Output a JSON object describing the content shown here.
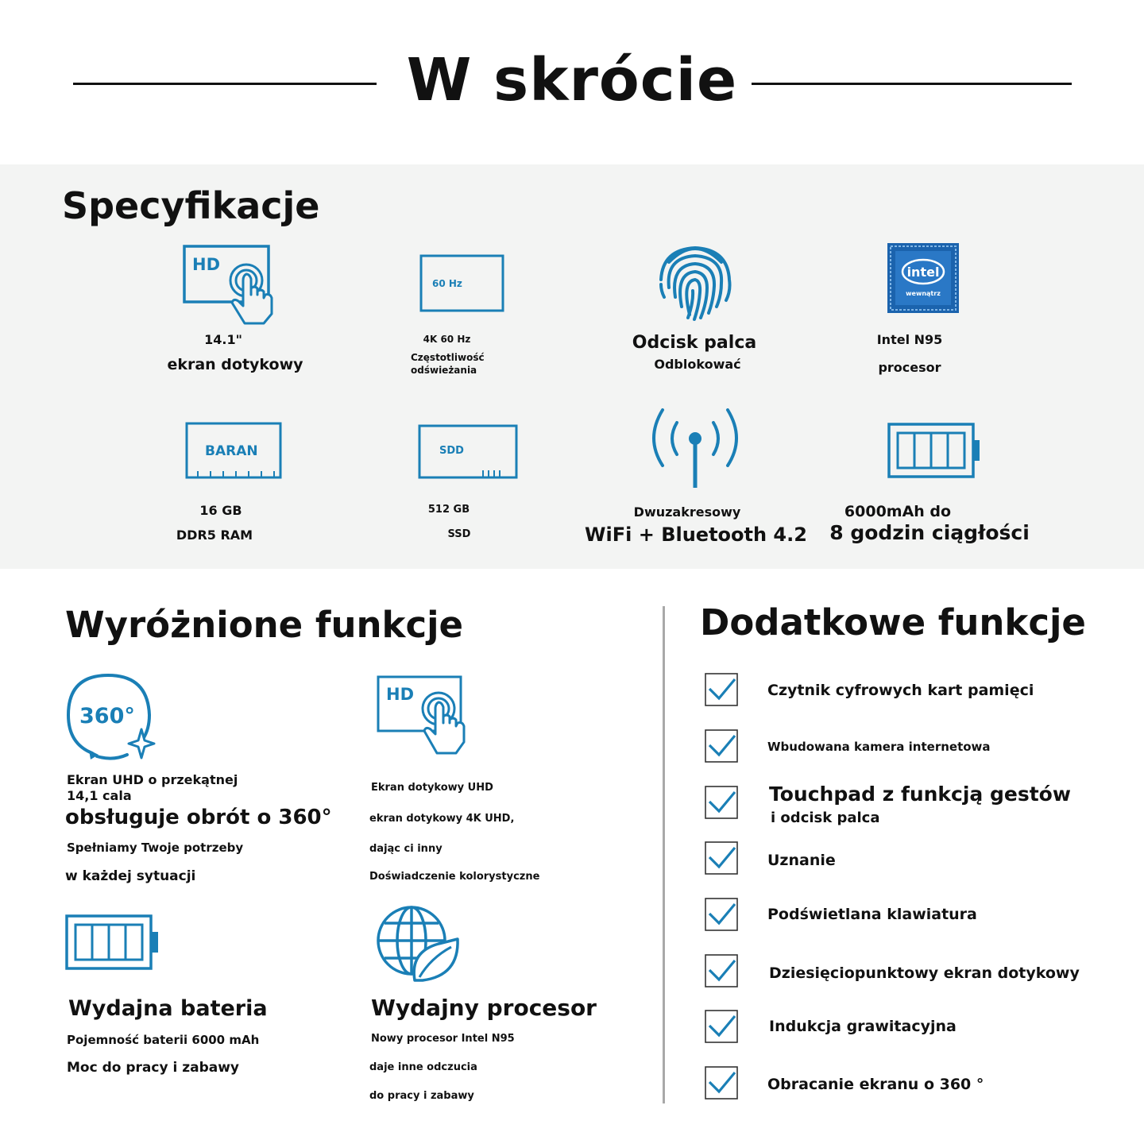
{
  "header": {
    "title": "W skrócie"
  },
  "specs": {
    "title": "Specyfikacje",
    "items": [
      {
        "icon": "hd-touch-icon",
        "badge": "HD",
        "line1": "14.1\"",
        "line2": "ekran dotykowy"
      },
      {
        "icon": "monitor-icon",
        "badge": "60 Hz",
        "line1": "4K 60 Hz",
        "line2": "Częstotliwość",
        "line3": "odświeżania"
      },
      {
        "icon": "fingerprint-icon",
        "line1": "Odcisk palca",
        "line2": "Odblokować"
      },
      {
        "icon": "intel-logo-icon",
        "logo_text": "intel",
        "logo_subtext": "wewnątrz",
        "line1": "Intel N95",
        "line2": "procesor"
      },
      {
        "icon": "ram-icon",
        "badge": "BARAN",
        "line1": "16 GB",
        "line2": "DDR5 RAM"
      },
      {
        "icon": "ssd-icon",
        "badge": "SDD",
        "line1": "512 GB",
        "line2": "SSD"
      },
      {
        "icon": "antenna-icon",
        "line1": "Dwuzakresowy",
        "line2": "WiFi + Bluetooth 4.2"
      },
      {
        "icon": "battery-icon",
        "line1": "6000mAh do",
        "line2": "8 godzin ciągłości"
      }
    ]
  },
  "highlights": {
    "title": "Wyróżnione funkcje",
    "rotate": {
      "icon": "rotate-360-icon",
      "badge": "360°",
      "lines": [
        "Ekran UHD o przekątnej",
        "14,1 cala",
        "obsługuje obrót o 360°",
        "Spełniamy Twoje potrzeby",
        "w każdej sytuacji"
      ]
    },
    "touch": {
      "icon": "hd-touch-icon",
      "badge": "HD",
      "lines": [
        "Ekran dotykowy UHD",
        "ekran dotykowy 4K UHD,",
        "dając ci inny",
        "Doświadczenie kolorystyczne"
      ]
    },
    "battery": {
      "icon": "battery-icon",
      "heading": "Wydajna bateria",
      "lines": [
        "Pojemność baterii 6000 mAh",
        "Moc do pracy i zabawy"
      ]
    },
    "processor": {
      "icon": "globe-leaf-icon",
      "heading": "Wydajny procesor",
      "lines": [
        "Nowy procesor Intel N95",
        "daje inne odczucia",
        "do pracy i zabawy"
      ]
    }
  },
  "extras": {
    "title": "Dodatkowe funkcje",
    "items": [
      {
        "label": "Czytnik cyfrowych kart pamięci"
      },
      {
        "label": "Wbudowana kamera internetowa"
      },
      {
        "label": "Touchpad z funkcją gestów",
        "sub": "i odcisk palca"
      },
      {
        "label": "Uznanie"
      },
      {
        "label": "Podświetlana klawiatura"
      },
      {
        "label": "Dziesięciopunktowy ekran dotykowy"
      },
      {
        "label": "Indukcja grawitacyjna"
      },
      {
        "label": "Obracanie ekranu o 360 °"
      }
    ]
  },
  "colors": {
    "accent": "#1a7fb6",
    "band": "#f3f4f3",
    "text": "#111111",
    "divider": "#a9a9a9"
  }
}
